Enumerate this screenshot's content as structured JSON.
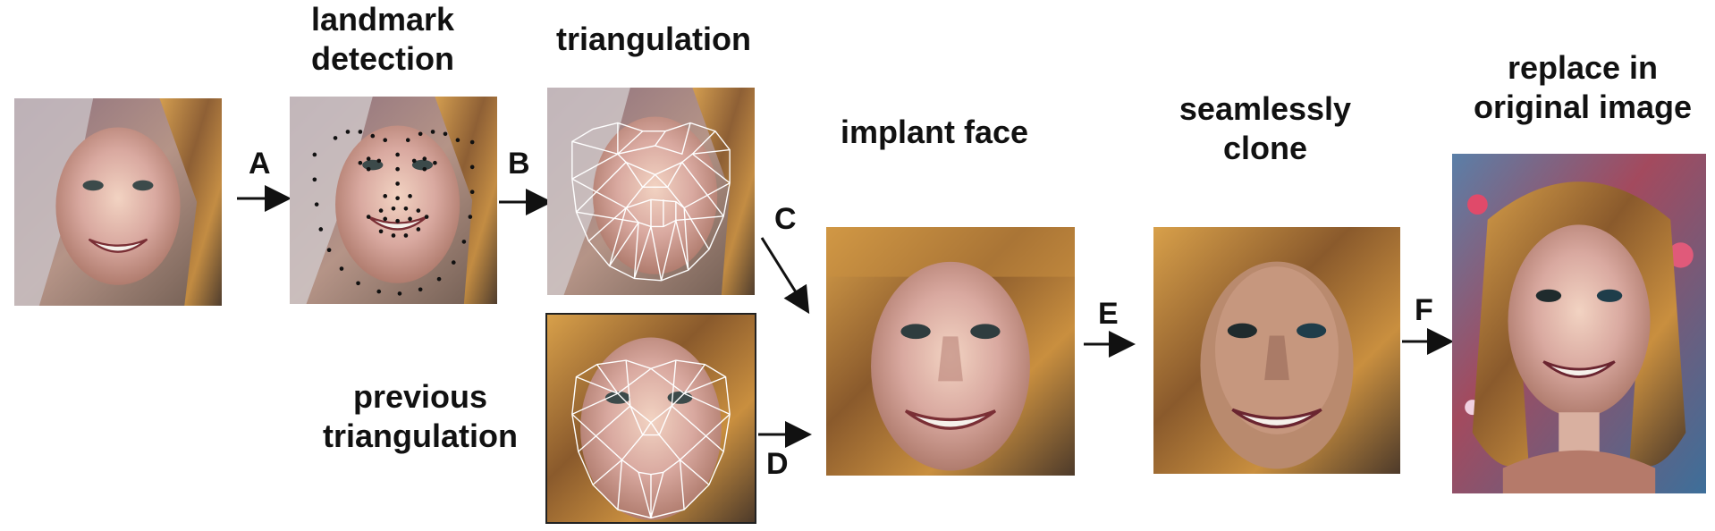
{
  "labels": {
    "landmark": "landmark\ndetection",
    "triangulation": "triangulation",
    "implant": "implant face",
    "clone": "seamlessly\nclone",
    "replace": "replace in\noriginal image",
    "previous": "previous\ntriangulation"
  },
  "steps": {
    "a": "A",
    "b": "B",
    "c": "C",
    "d": "D",
    "e": "E",
    "f": "F"
  }
}
